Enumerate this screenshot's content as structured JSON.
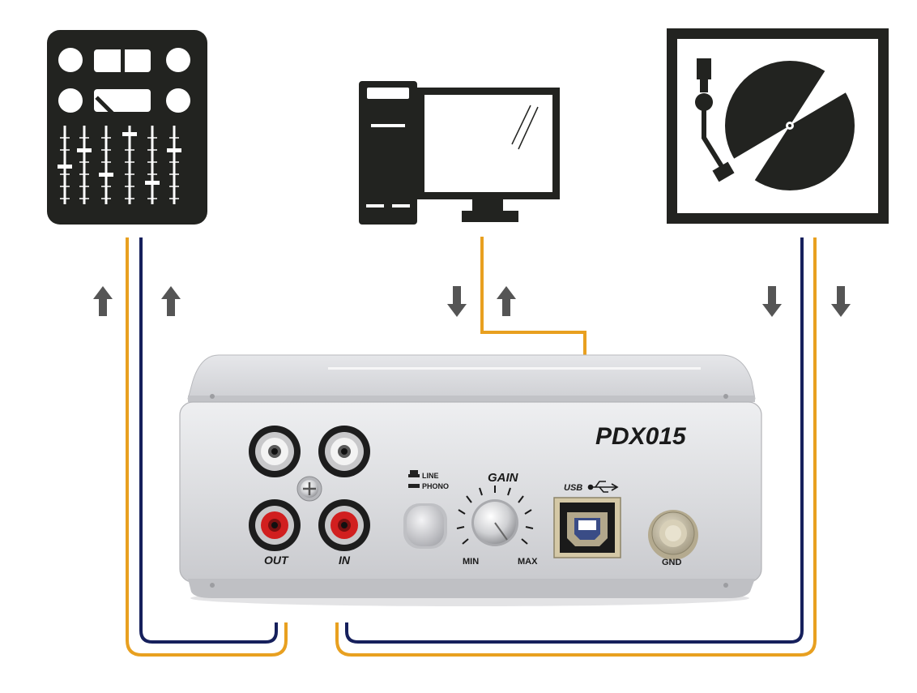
{
  "device": {
    "model": "PDX015",
    "jack_out_label": "OUT",
    "jack_in_label": "IN",
    "switch_line_label": "LINE",
    "switch_phono_label": "PHONO",
    "gain_label": "GAIN",
    "gain_min_label": "MIN",
    "gain_max_label": "MAX",
    "usb_label": "USB",
    "ground_label": "GND"
  },
  "icons": {
    "mixer": "dj-mixer-icon",
    "computer": "computer-icon",
    "turntable": "turntable-icon"
  },
  "colors": {
    "cable_orange": "#E8A020",
    "cable_navy": "#16205C",
    "icon_dark": "#222320",
    "arrow_gray": "#555555",
    "device_silver": "#D9DADC"
  }
}
